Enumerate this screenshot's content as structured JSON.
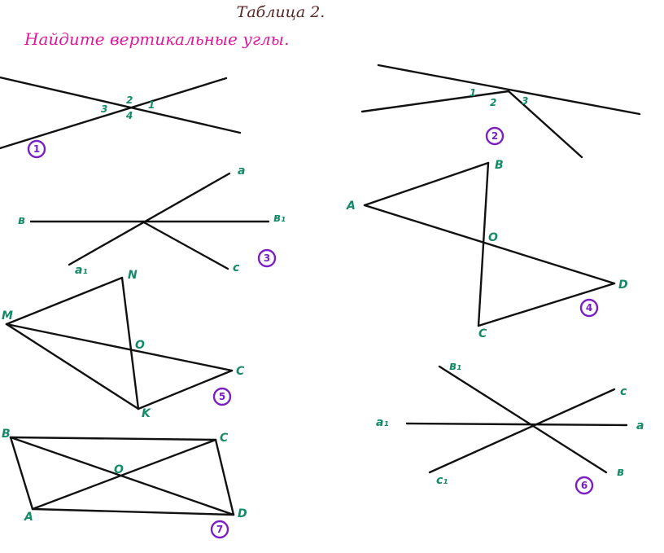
{
  "title": "Таблица 2.",
  "subtitle": "Найдите вертикальные углы.",
  "colors": {
    "title": "#5a2626",
    "subtitle": "#e0189c",
    "labels": "#138a68",
    "figure_numbers": "#7a1fc4",
    "lines": "#111111"
  },
  "figures": [
    {
      "number": "1",
      "labels": [
        "1",
        "2",
        "3",
        "4"
      ]
    },
    {
      "number": "2",
      "labels": [
        "1",
        "2",
        "3"
      ]
    },
    {
      "number": "3",
      "labels": [
        "в",
        "в₁",
        "a",
        "a₁",
        "c"
      ]
    },
    {
      "number": "4",
      "labels": [
        "A",
        "B",
        "O",
        "D",
        "C"
      ]
    },
    {
      "number": "5",
      "labels": [
        "M",
        "N",
        "O",
        "C",
        "K"
      ]
    },
    {
      "number": "6",
      "labels": [
        "в₁",
        "c",
        "a",
        "a₁",
        "c₁",
        "в"
      ]
    },
    {
      "number": "7",
      "labels": [
        "B",
        "C",
        "O",
        "A",
        "D"
      ]
    }
  ]
}
